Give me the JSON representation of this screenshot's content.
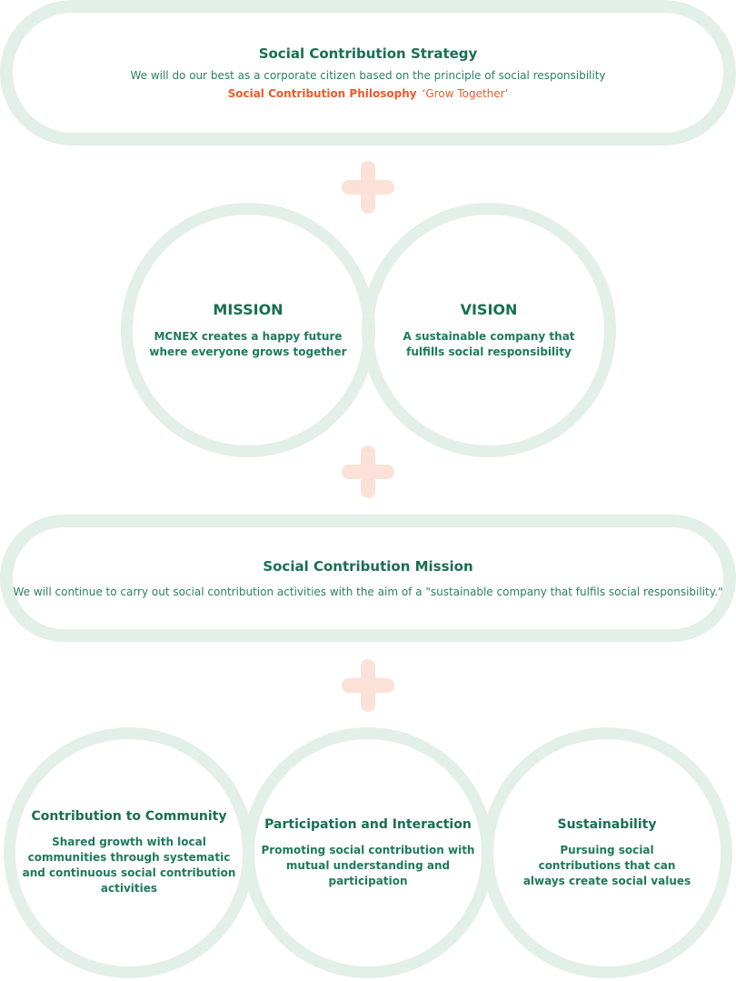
{
  "strategy": {
    "title": "Social Contribution Strategy",
    "subtitle": "We will do our best as a corporate citizen based on the principle of social responsibility",
    "philosophy_label": "Social Contribution Philosophy",
    "philosophy_value": "‘Grow Together’"
  },
  "mission_block": {
    "mission_title": "MISSION",
    "mission_text": "MCNEX creates a happy future\nwhere everyone grows together",
    "vision_title": "VISION",
    "vision_text": "A sustainable company that\nfulfills social responsibility"
  },
  "social_mission": {
    "title": "Social Contribution Mission",
    "text": "We will continue to carry out social contribution activities with the aim of a \"sustainable company that fulfils social responsibility.\""
  },
  "pillars": [
    {
      "title": "Contribution to Community",
      "text": "Shared growth with local\ncommunities through systematic\nand continuous social contribution\nactivities"
    },
    {
      "title": "Participation and Interaction",
      "text": "Promoting social contribution with\nmutual understanding and\nparticipation"
    },
    {
      "title": "Sustainability",
      "text": "Pursuing social\ncontributions that can\nalways create social values"
    }
  ],
  "colors": {
    "accent_green": "#1a6e52",
    "accent_orange": "#ea5b2c",
    "ring": "#e3efe9",
    "plus": "#fbe1d7"
  },
  "icons": [
    "plus-icon"
  ]
}
